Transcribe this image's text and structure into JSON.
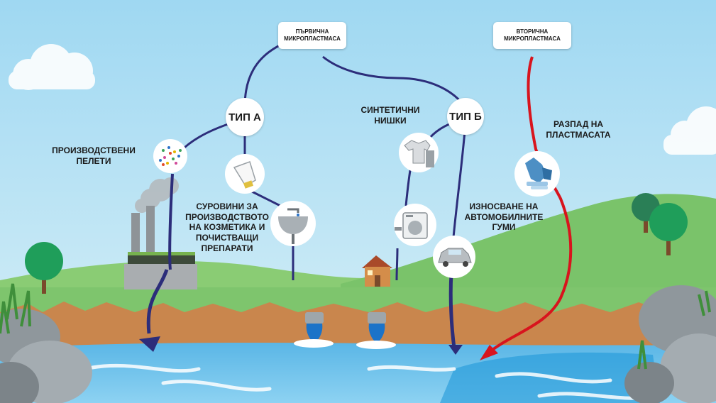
{
  "colors": {
    "sky": "#a7dcf3",
    "grass": "#7ec56d",
    "soil": "#c9864d",
    "water": "#79c7ee",
    "primary_path": "#2c2d7a",
    "secondary_path": "#d8141d"
  },
  "boxes": {
    "primary": "ПЪРВИЧНА\nМИКРОПЛАСТМАСА",
    "secondary": "ВТОРИЧНА\nМИКРОПЛАСТМАСА"
  },
  "nodes": {
    "type_a": "ТИП А",
    "type_b": "ТИП Б"
  },
  "labels": {
    "pellets": "ПРОИЗВОДСТВЕНИ\nПЕЛЕТИ",
    "cosmetics": "СУРОВИНИ ЗА\nПРОИЗВОДСТВОТО\nНА КОЗМЕТИКА И\nПОЧИСТВАЩИ\nПРЕПАРАТИ",
    "fibres": "СИНТЕТИЧНИ\nНИШКИ",
    "tyres": "ИЗНОСВАНЕ НА\nАВТОМОБИЛНИТЕ\nГУМИ",
    "degradation": "РАЗПАД НА\nПЛАСТМАСАТА"
  },
  "icons": [
    "pellets-icon",
    "cosmetics-tube-icon",
    "sink-icon",
    "clothes-icon",
    "washing-machine-icon",
    "car-icon",
    "plastic-waste-icon",
    "factory-icon",
    "house-icon",
    "drain-pipe-icon",
    "tree-icon",
    "cloud-icon"
  ]
}
